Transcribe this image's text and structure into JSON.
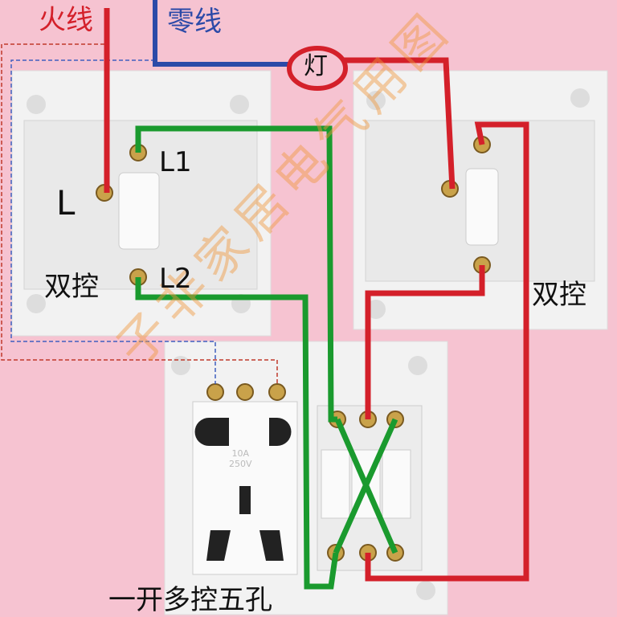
{
  "labels": {
    "live_wire": "火线",
    "neutral_wire": "零线",
    "lamp": "灯",
    "terminal_l1": "L1",
    "terminal_l": "L",
    "terminal_l2": "L2",
    "left_switch": "双控",
    "right_switch": "双控",
    "bottom_panel": "一开多控五孔",
    "socket_rating_current": "10A",
    "socket_rating_voltage": "250V"
  },
  "watermark": "子非家居电气用图",
  "colors": {
    "background": "#f6c3d1",
    "live_wire": "#d4202a",
    "neutral_wire": "#2c4aa8",
    "switch_wire": "#1a9a2e",
    "panel": "#f4f4f4"
  }
}
